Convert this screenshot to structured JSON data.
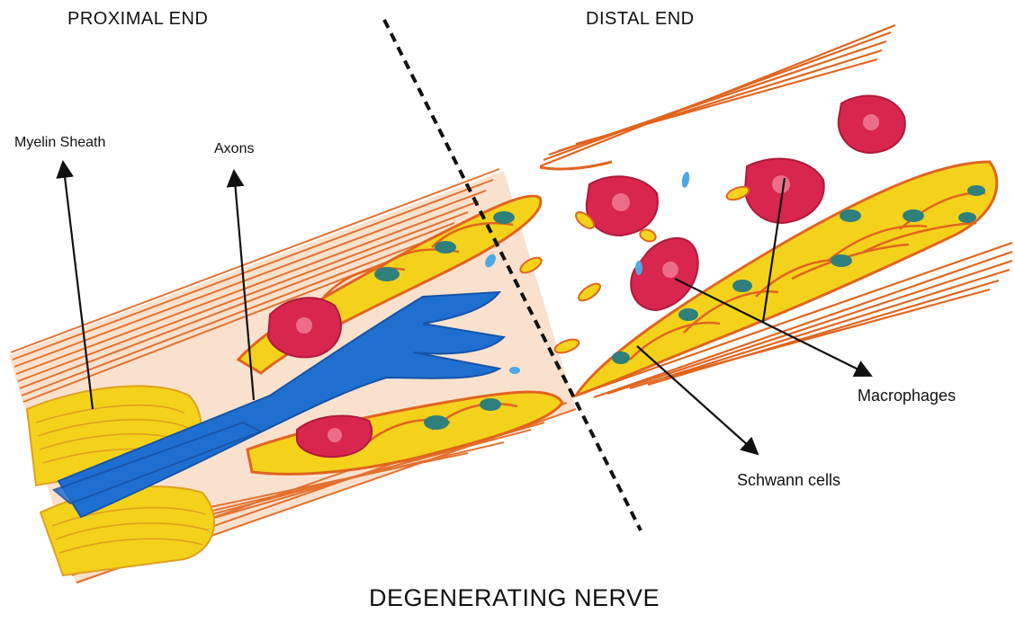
{
  "headers": {
    "proximal": "PROXIMAL END",
    "distal": "DISTAL END"
  },
  "labels": {
    "myelin": "Myelin Sheath",
    "axons": "Axons",
    "macrophages": "Macrophages",
    "schwann": "Schwann cells"
  },
  "title": "DEGENERATING NERVE",
  "colors": {
    "outer_sheath": "#e0651f",
    "myelin": "#f4d21c",
    "axon": "#1f6fd0",
    "macrophage": "#d8264e",
    "macrophage_light": "#ec6d8a",
    "schwann_nucleus": "#2f7f7a",
    "debris_blue": "#4fa8e6",
    "divider": "#111111"
  }
}
